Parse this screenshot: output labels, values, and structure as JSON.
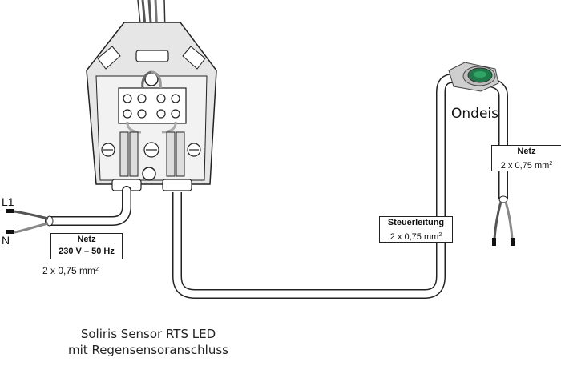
{
  "wire_labels": {
    "l1": "L1",
    "n": "N"
  },
  "power_box": {
    "title": "Netz",
    "line2": "230 V – 50 Hz"
  },
  "power_cable_spec": {
    "text": "2 x 0,75 mm",
    "sup": "2"
  },
  "control_box": {
    "title": "Steuerleitung",
    "line2_text": "2 x 0,75 mm",
    "line2_sup": "2"
  },
  "sensor_label": "Ondeis",
  "sensor_power_box": {
    "title": "Netz",
    "line2_text": "2 x 0,75 mm",
    "line2_sup": "2"
  },
  "caption": {
    "line1": "Soliris Sensor RTS LED",
    "line2": "mit Regensensoranschluss"
  },
  "colors": {
    "housing": "#e6e6e6",
    "outline": "#222222",
    "sensor_lens": "#1f7a4a"
  }
}
